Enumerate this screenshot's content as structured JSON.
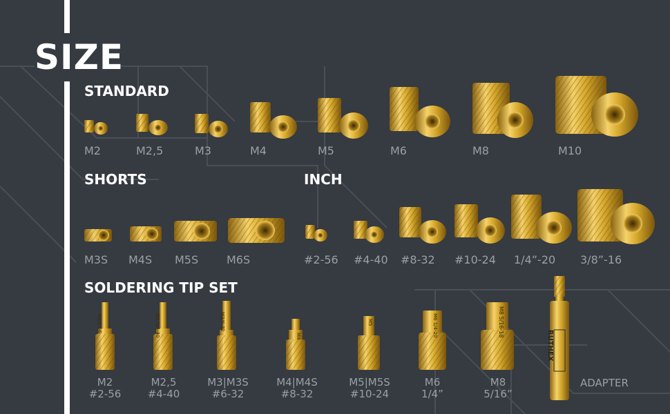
{
  "title": "SIZE",
  "colors": {
    "background": "#363a41",
    "brass": "#d4a62a",
    "label": "#9aa0a6",
    "heading": "#ffffff"
  },
  "sections": {
    "standard": "STANDARD",
    "shorts": "SHORTS",
    "inch": "INCH",
    "soldering": "SOLDERING TIP SET"
  },
  "standard": [
    "M2",
    "M2,5",
    "M3",
    "M4",
    "M5",
    "M6",
    "M8",
    "M10"
  ],
  "shorts": [
    "M3S",
    "M4S",
    "M5S",
    "M6S"
  ],
  "inch": [
    "#2-56",
    "#4-40",
    "#8-32",
    "#10-24",
    "1/4”-20",
    "3/8”-16"
  ],
  "tips": [
    {
      "line1": "M2",
      "line2": "#2-56",
      "mark": "M2/2-56"
    },
    {
      "line1": "M2,5",
      "line2": "#4-40",
      "mark": "M2.5/4-40"
    },
    {
      "line1": "M3|M3S",
      "line2": "#6-32",
      "mark": "M3/6-32"
    },
    {
      "line1": "M4|M4S",
      "line2": "#8-32",
      "mark": "M4"
    },
    {
      "line1": "M5|M5S",
      "line2": "#10-24",
      "mark": "M5"
    },
    {
      "line1": "M6",
      "line2": "1/4”",
      "mark": "M6 1/4-20"
    },
    {
      "line1": "M8",
      "line2": "5/16”",
      "mark": "M8 5/16-18"
    }
  ],
  "adapter": {
    "label": "ADAPTER",
    "brand": "RUTHEX"
  }
}
